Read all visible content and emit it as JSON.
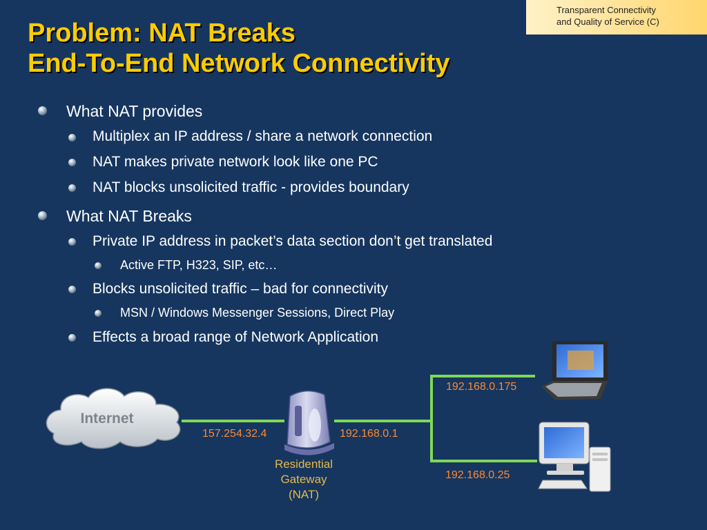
{
  "corner_tag": {
    "line1": "Transparent Connectivity",
    "line2": "and Quality of Service (C)"
  },
  "title": {
    "line1": "Problem: NAT Breaks",
    "line2": "End-To-End Network Connectivity"
  },
  "bullets": [
    {
      "level": 1,
      "text": "What NAT provides"
    },
    {
      "level": 2,
      "text": "Multiplex an IP address / share a network connection"
    },
    {
      "level": 2,
      "text": "NAT makes private network look like one PC"
    },
    {
      "level": 2,
      "text": "NAT blocks unsolicited traffic - provides boundary"
    },
    {
      "level": 1,
      "text": "What NAT Breaks"
    },
    {
      "level": 2,
      "text": "Private IP address in packet’s data section don’t get translated"
    },
    {
      "level": 3,
      "text": "Active FTP, H323, SIP, etc…"
    },
    {
      "level": 2,
      "text": "Blocks unsolicited traffic – bad for connectivity"
    },
    {
      "level": 3,
      "text": "MSN / Windows Messenger Sessions, Direct Play"
    },
    {
      "level": 2,
      "text": "Effects a broad range of Network Application"
    }
  ],
  "diagram": {
    "cloud_label": "Internet",
    "public_ip": "157.254.32.4",
    "gateway_ip": "192.168.0.1",
    "gateway_label": {
      "line1": "Residential",
      "line2": "Gateway",
      "line3": "(NAT)"
    },
    "laptop_ip": "192.168.0.175",
    "desktop_ip": "192.168.0.25",
    "colors": {
      "link": "#7ed957",
      "ip": "#ff8a30",
      "title": "#ffcc00",
      "gateway_label": "#e6b94a"
    },
    "icons": [
      "cloud-icon",
      "server-icon",
      "laptop-icon",
      "desktop-pc-icon"
    ]
  }
}
